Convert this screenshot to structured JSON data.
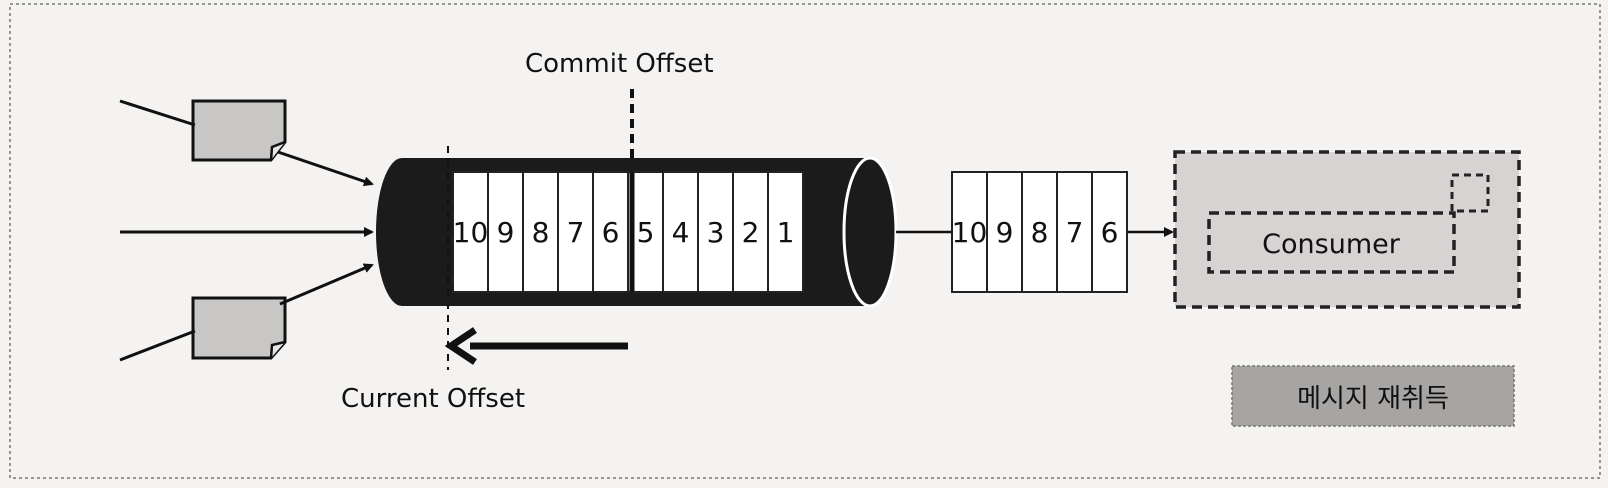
{
  "labels": {
    "commit_offset": "Commit Offset",
    "current_offset": "Current Offset",
    "consumer": "Consumer",
    "badge": "메시지 재취득"
  },
  "log_cells": [
    "10",
    "9",
    "8",
    "7",
    "6",
    "5",
    "4",
    "3",
    "2",
    "1"
  ],
  "output_cells": [
    "10",
    "9",
    "8",
    "7",
    "6"
  ],
  "colors": {
    "pipe": "#1c1b1b",
    "document": "#c9c6c6",
    "consumer_box": "#d6d3d2",
    "badge": "#a7a5a3",
    "background": "#f4f3f1"
  }
}
